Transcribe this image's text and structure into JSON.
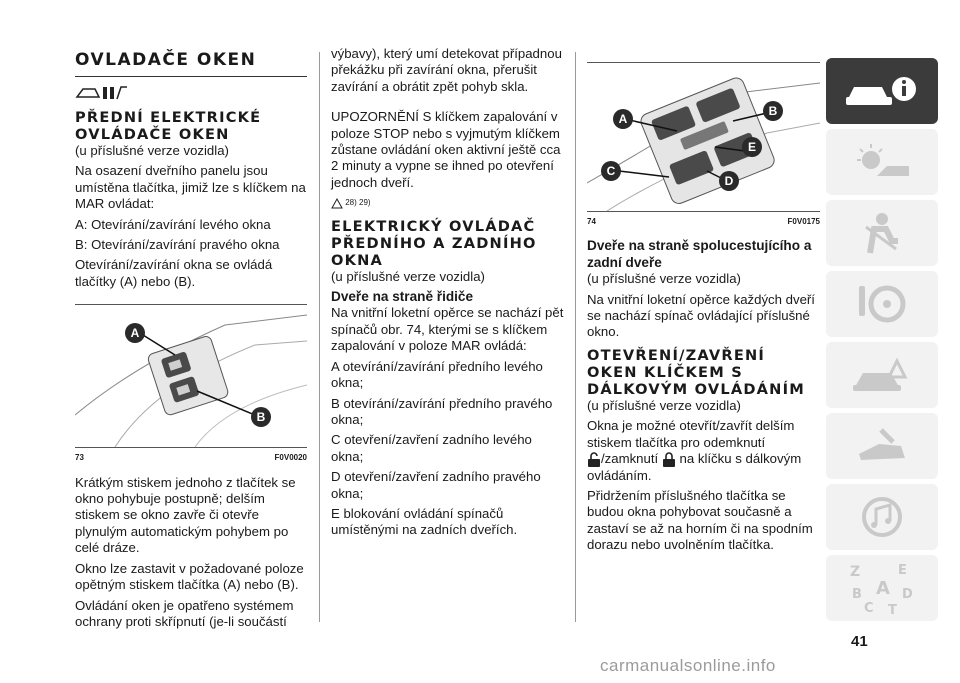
{
  "col1": {
    "main_title": "OVLADAČE OKEN",
    "section_title": "PŘEDNÍ ELEKTRICKÉ OVLÁDAČE OKEN",
    "section_note": "(u příslušné verze vozidla)",
    "para1": "Na osazení dveřního panelu jsou umístěna tlačítka, jimiž lze s klíčkem na MAR ovládat:",
    "para2": "A: Otevírání/zavírání levého okna",
    "para3": "B: Otevírání/zavírání pravého okna",
    "para4": "Otevírání/zavírání okna se ovládá tlačítky (A) nebo (B).",
    "figure": {
      "number": "73",
      "code": "F0V0020",
      "label_a": "A",
      "label_b": "B"
    },
    "para5": "Krátkým stiskem jednoho z tlačítek se okno pohybuje postupně; delším stiskem se okno zavře či otevře plynulým automatickým pohybem po celé dráze.",
    "para6": "Okno lze zastavit v požadované poloze opětným stiskem tlačítka (A) nebo (B).",
    "para7": "Ovládání oken je opatřeno systémem ochrany proti skřípnutí (je-li součástí"
  },
  "col2": {
    "para1": "výbavy), který umí detekovat případnou překážku při zavírání okna, přerušit zavírání a obrátit zpět pohyb skla.",
    "para2": "UPOZORNĚNÍ S klíčkem zapalování v poloze STOP nebo s vyjmutým klíčkem zůstane ovládání oken aktivní ještě cca 2 minuty a vypne se ihned po otevření jednoch dveří.",
    "warn_refs": "28) 29)",
    "section_title": "ELEKTRICKÝ OVLÁDAČ PŘEDNÍHO A ZADNÍHO OKNA",
    "section_note": "(u příslušné verze vozidla)",
    "sub_title": "Dveře na straně řidiče",
    "para3": "Na vnitřní loketní opěrce se nachází pět spínačů obr. 74, kterými se s klíčkem zapalování v poloze MAR ovládá:",
    "para4": "A otevírání/zavírání předního levého okna;",
    "para5": "B otevírání/zavírání předního pravého okna;",
    "para6": "C otevření/zavření zadního levého okna;",
    "para7": "D otevření/zavření zadního pravého okna;",
    "para8": "E blokování ovládání spínačů umístěnými na zadních dveřích."
  },
  "col3": {
    "figure": {
      "number": "74",
      "code": "F0V0175",
      "label_a": "A",
      "label_b": "B",
      "label_c": "C",
      "label_d": "D",
      "label_e": "E"
    },
    "sub_title1": "Dveře na straně spolucestujícího a zadní dveře",
    "note1": "(u příslušné verze vozidla)",
    "para1": "Na vnitřní loketní opěrce každých dveří se nachází spínač ovládající příslušné okno.",
    "section_title": "OTEVŘENÍ/ZAVŘENÍ OKEN KLÍČKEM S DÁLKOVÝM OVLÁDÁNÍM",
    "note2": "(u příslušné verze vozidla)",
    "para2a": "Okna je možné otevřít/zavřít delším stiskem tlačítka pro odemknutí",
    "para2b": "/zamknutí",
    "para2c": "na klíčku s dálkovým ovládáním.",
    "para3": "Přidržením příslušného tlačítka se budou okna pohybovat současně a zastaví se až na horním či na spodním dorazu nebo uvolněním tlačítka."
  },
  "sidebar": {
    "tabs": [
      {
        "icon": "car-info-icon"
      },
      {
        "icon": "dashboard-lights-icon"
      },
      {
        "icon": "airbag-seat-icon"
      },
      {
        "icon": "steering-key-icon"
      },
      {
        "icon": "car-breakdown-icon"
      },
      {
        "icon": "wrench-service-icon"
      },
      {
        "icon": "music-phone-icon"
      },
      {
        "icon": "index-letters-icon"
      }
    ],
    "index_letters": [
      "Z",
      "E",
      "B",
      "A",
      "C",
      "T",
      "D"
    ]
  },
  "page_number": "41",
  "watermark": "carmanualsonline.info",
  "colors": {
    "dark_tab": "#3b3b3b",
    "light_tab": "#f2f2f2",
    "icon_grey": "#c9c9c9",
    "callout": "#2a2a2a"
  }
}
